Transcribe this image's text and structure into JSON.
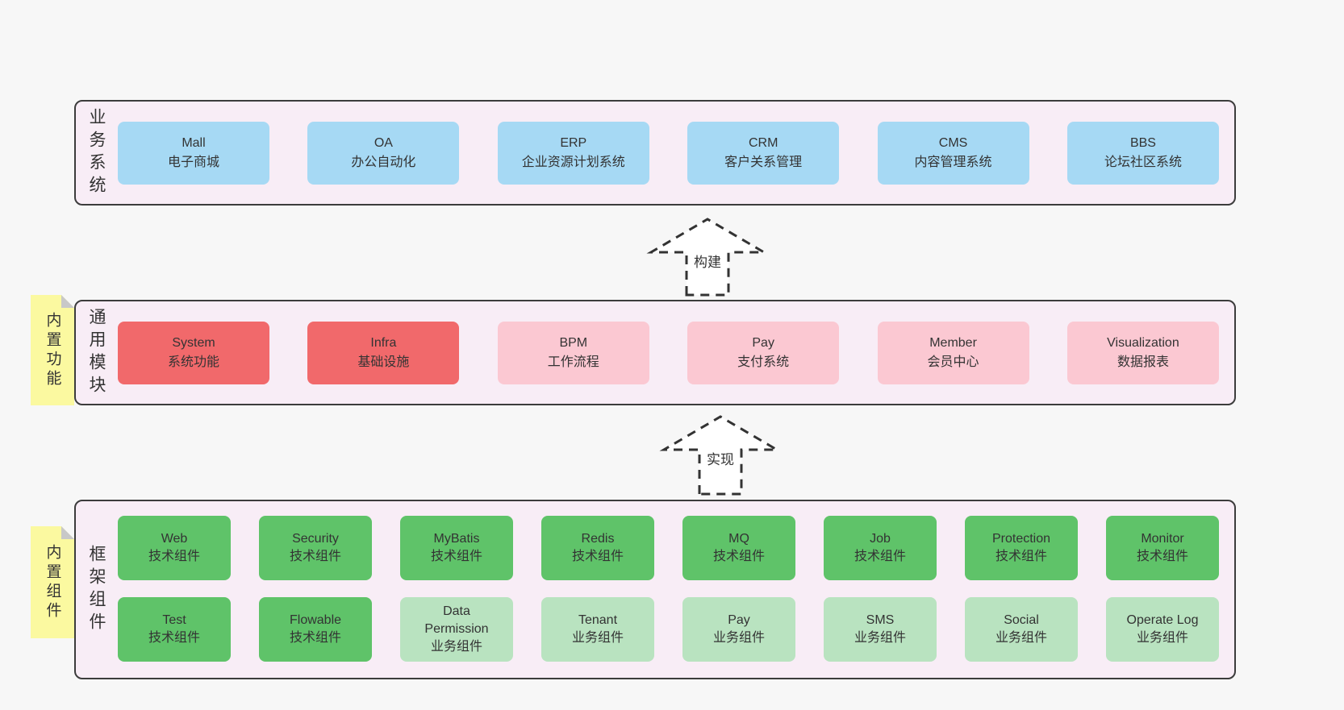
{
  "bands": [
    {
      "label": "业务系统",
      "boxes": [
        {
          "name": "Mall",
          "subtitle": "电子商城"
        },
        {
          "name": "OA",
          "subtitle": "办公自动化"
        },
        {
          "name": "ERP",
          "subtitle": "企业资源计划系统"
        },
        {
          "name": "CRM",
          "subtitle": "客户关系管理"
        },
        {
          "name": "CMS",
          "subtitle": "内容管理系统"
        },
        {
          "name": "BBS",
          "subtitle": "论坛社区系统"
        }
      ]
    },
    {
      "label": "通用模块",
      "note": "内置功能",
      "boxes": [
        {
          "name": "System",
          "subtitle": "系统功能"
        },
        {
          "name": "Infra",
          "subtitle": "基础设施"
        },
        {
          "name": "BPM",
          "subtitle": "工作流程"
        },
        {
          "name": "Pay",
          "subtitle": "支付系统"
        },
        {
          "name": "Member",
          "subtitle": "会员中心"
        },
        {
          "name": "Visualization",
          "subtitle": "数据报表"
        }
      ]
    },
    {
      "label": "框架组件",
      "note": "内置组件",
      "rows": [
        [
          {
            "name": "Web",
            "subtitle": "技术组件"
          },
          {
            "name": "Security",
            "subtitle": "技术组件"
          },
          {
            "name": "MyBatis",
            "subtitle": "技术组件"
          },
          {
            "name": "Redis",
            "subtitle": "技术组件"
          },
          {
            "name": "MQ",
            "subtitle": "技术组件"
          },
          {
            "name": "Job",
            "subtitle": "技术组件"
          },
          {
            "name": "Protection",
            "subtitle": "技术组件"
          },
          {
            "name": "Monitor",
            "subtitle": "技术组件"
          }
        ],
        [
          {
            "name": "Test",
            "subtitle": "技术组件"
          },
          {
            "name": "Flowable",
            "subtitle": "技术组件"
          },
          {
            "name": "Data Permission",
            "subtitle": "业务组件"
          },
          {
            "name": "Tenant",
            "subtitle": "业务组件"
          },
          {
            "name": "Pay",
            "subtitle": "业务组件"
          },
          {
            "name": "SMS",
            "subtitle": "业务组件"
          },
          {
            "name": "Social",
            "subtitle": "业务组件"
          },
          {
            "name": "Operate Log",
            "subtitle": "业务组件"
          }
        ]
      ]
    }
  ],
  "arrows": [
    {
      "label": "构建"
    },
    {
      "label": "实现"
    }
  ],
  "colors": {
    "business_box": "#a6d9f4",
    "module_highlight_box": "#f1696b",
    "module_box": "#fbc8d2",
    "tech_component_box": "#5fc369",
    "biz_component_box": "#b9e3c0",
    "sticky_note": "#fbf9a0",
    "band_background": "#f8edf6",
    "band_border": "#3c3c3c",
    "page_background": "#f7f7f7",
    "text": "#333333"
  }
}
